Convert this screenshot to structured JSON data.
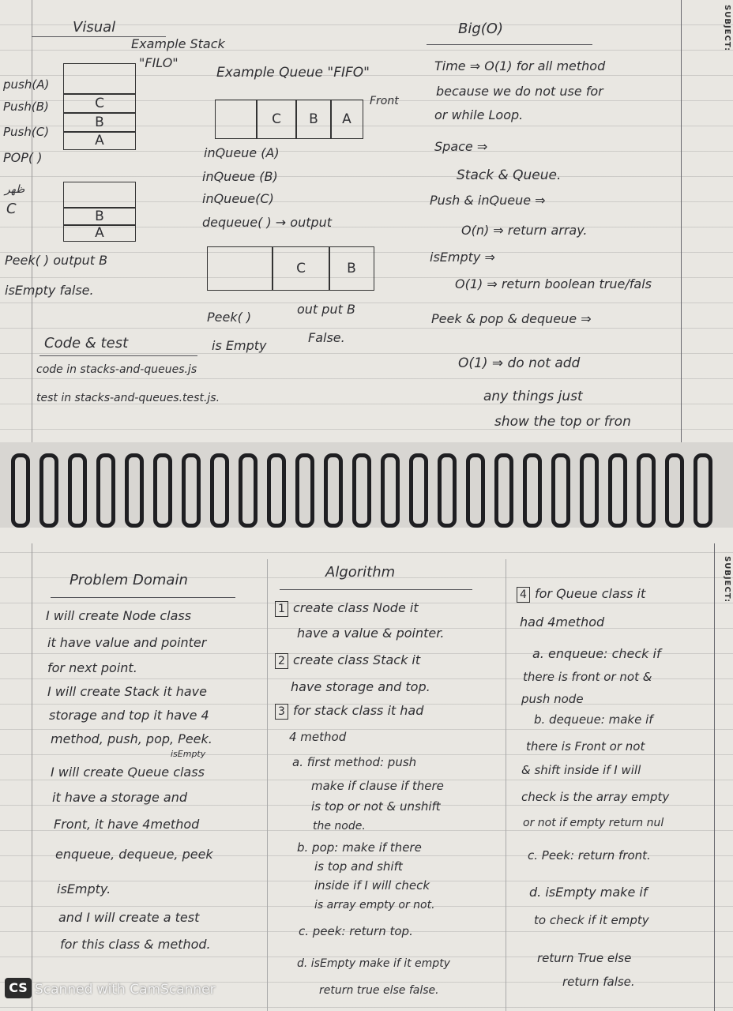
{
  "top_page": {
    "subject_label": "SUBJECT:",
    "visual": {
      "heading": "Visual",
      "stack_title_1": "Example Stack",
      "stack_title_2": "\"FILO\"",
      "ops": [
        "push(A)",
        "Push(B)",
        "Push(C)",
        "POP( )"
      ],
      "stack_cells_1": [
        "C",
        "B",
        "A"
      ],
      "pop_note": "ظهر",
      "pop_output": "C",
      "stack_cells_2": [
        "B",
        "A"
      ],
      "peek_line": "Peek( ) output B",
      "isempty_line": "isEmpty false."
    },
    "queue": {
      "title": "Example Queue \"FIFO\"",
      "front_label": "Front",
      "cells_1": [
        "C",
        "B",
        "A"
      ],
      "ops": [
        "inQueue (A)",
        "inQueue (B)",
        "inQueue(C)",
        "dequeue( ) → output"
      ],
      "cells_2": [
        "C",
        "B"
      ],
      "peek_line": "Peek( )",
      "peek_output": "out put B",
      "isempty_line": "is Empty",
      "isempty_value": "False."
    },
    "code_test": {
      "heading": "Code & test",
      "line1": "code in stacks-and-queues.js",
      "line2": "test in stacks-and-queues.test.js."
    },
    "big_o": {
      "heading": "Big(O)",
      "lines": [
        "Time ⇒ O(1) for all method",
        "because we do not use for",
        "or while Loop.",
        "Space ⇒",
        "Stack & Queue.",
        "Push & inQueue ⇒",
        "O(n) ⇒ return array.",
        "isEmpty ⇒",
        "O(1) ⇒ return boolean true/fals",
        "Peek & pop & dequeue ⇒",
        "O(1) ⇒ do not add",
        "any things just",
        "show the top or fron"
      ]
    }
  },
  "bottom_page": {
    "subject_label": "SUBJECT:",
    "problem_domain": {
      "heading": "Problem Domain",
      "lines": [
        "I will create Node class",
        "it have value and pointer",
        "for next point.",
        "I will create Stack it have",
        "storage and top it have 4",
        "method, push, pop, Peek.",
        "isEmpty",
        "I will create Queue class",
        "it have a storage and",
        "Front, it have 4method",
        "enqueue, dequeue, peek",
        "isEmpty.",
        "and I will create a test",
        "for this class & method."
      ]
    },
    "algorithm": {
      "heading": "Algorithm",
      "step1_num": "1",
      "step1": [
        "create class Node it",
        "have a value & pointer."
      ],
      "step2_num": "2",
      "step2": [
        "create class Stack it",
        "have storage and top."
      ],
      "step3_num": "3",
      "step3": [
        "for stack class it had",
        "4 method"
      ],
      "a": [
        "a. first method: push",
        "make if clause if there",
        "is top or not & unshift",
        "the node."
      ],
      "b": [
        "b. pop: make if there",
        "is top and shift",
        "inside if I will check",
        "is array empty or not."
      ],
      "c": "c. peek: return top.",
      "d": [
        "d. isEmpty make if it empty",
        "return true else false."
      ]
    },
    "queue_algo": {
      "step4_num": "4",
      "lines": [
        "for Queue class it",
        "had 4method",
        "a. enqueue: check if",
        "there is front or not &",
        "push node",
        "b. dequeue: make if",
        "there is Front or not",
        "& shift inside if I will",
        "check is the array empty",
        "or not if empty return nul",
        "c. Peek: return front.",
        "d. isEmpty make if",
        "to check if it empty",
        "return True else",
        "return false."
      ]
    }
  },
  "scanner": {
    "logo": "CS",
    "text": "Scanned with CamScanner"
  }
}
